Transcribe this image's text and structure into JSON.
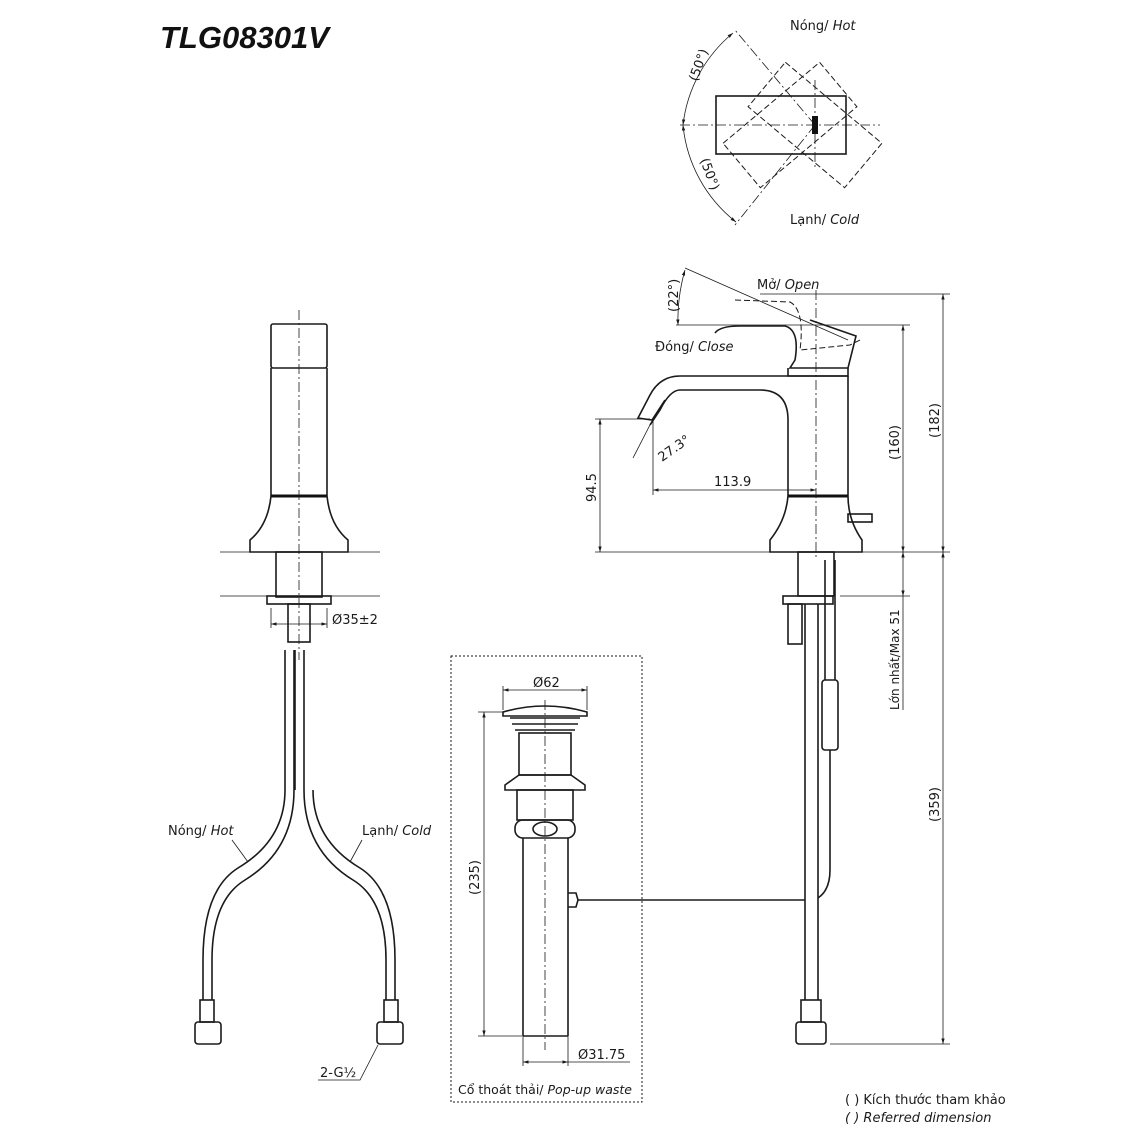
{
  "title": "TLG08301V",
  "top_view": {
    "hot_vi": "Nóng/",
    "hot_en": "Hot",
    "cold_vi": "Lạnh/",
    "cold_en": "Cold",
    "angle_hot": "(50°)",
    "angle_cold": "(50°)"
  },
  "side_view": {
    "lever_angle": "(22°)",
    "open_vi": "Mở/",
    "open_en": "Open",
    "close_vi": "Đóng/",
    "close_en": "Close",
    "spout_angle": "27.3°",
    "spout_reach": "113.9",
    "spout_height": "94.5",
    "height_160": "(160)",
    "height_182": "(182)",
    "max_thickness": "Lớn nhất/Max 51",
    "hose_length": "(359)"
  },
  "front_view": {
    "hole_dia": "Ø35±2",
    "hot_vi": "Nóng/",
    "hot_en": "Hot",
    "cold_vi": "Lạnh/",
    "cold_en": "Cold",
    "thread": "2-G½"
  },
  "waste": {
    "top_dia": "Ø62",
    "length": "(235)",
    "pipe_dia": "Ø31.75",
    "caption_vi": "Cổ thoát thải/",
    "caption_en": "Pop-up waste"
  },
  "legend": {
    "line1": "( ) Kích thước tham khảo",
    "line2": "( ) Referred dimension"
  }
}
